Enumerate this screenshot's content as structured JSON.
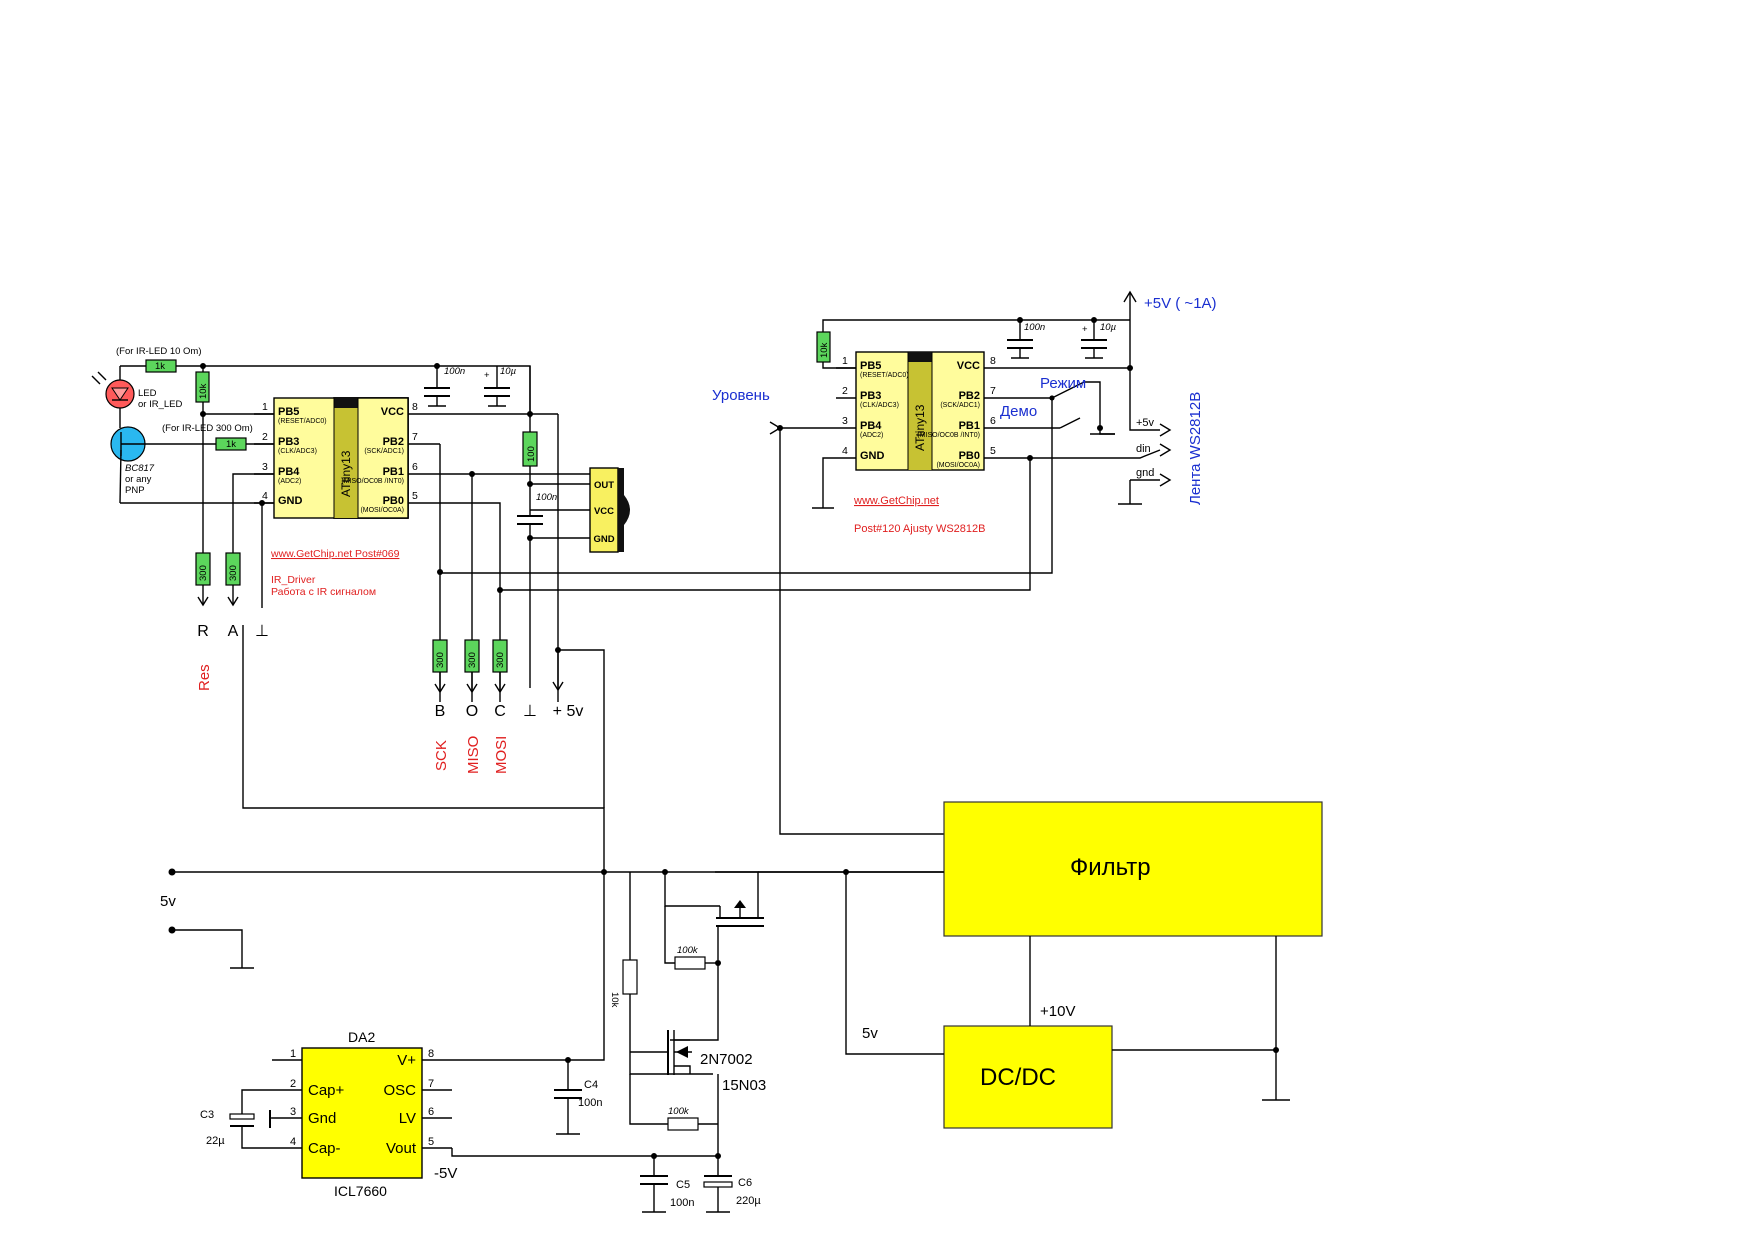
{
  "left_mcu": {
    "chip": "ATtiny13",
    "pins_left": [
      {
        "num": "1",
        "name": "PB5",
        "sub": "(RESET/ADC0)"
      },
      {
        "num": "2",
        "name": "PB3",
        "sub": "(CLK/ADC3)"
      },
      {
        "num": "3",
        "name": "PB4",
        "sub": "(ADC2)"
      },
      {
        "num": "4",
        "name": "GND",
        "sub": ""
      }
    ],
    "pins_right": [
      {
        "num": "8",
        "name": "VCC",
        "sub": ""
      },
      {
        "num": "7",
        "name": "PB2",
        "sub": "(SCK/ADC1)"
      },
      {
        "num": "6",
        "name": "PB1",
        "sub": "(MISO/OC0B /INT0)"
      },
      {
        "num": "5",
        "name": "PB0",
        "sub": "(MOSI/OC0A)"
      }
    ],
    "credit_link": "www.GetChip.net  Post#069",
    "desc1": "IR_Driver",
    "desc2": "Работа с IR сигналом",
    "note_10om": "(For IR-LED 10 Om)",
    "note_300om": "(For IR-LED 300 Om)",
    "r_1k_top": "1k",
    "r_1k_mid": "1k",
    "r_10k": "10k",
    "r_100": "100",
    "c_100n_top": "100n",
    "c_10u_top": "10µ",
    "c_100n_mid": "100n",
    "led_label1": "LED",
    "led_label2": "or IR_LED",
    "transistor1": "BC817",
    "transistor2": "or any",
    "transistor3": "PNP",
    "ir_pins": [
      "OUT",
      "VCC",
      "GND"
    ],
    "header_r": "300",
    "header": [
      {
        "label": "R",
        "sub": "Res"
      },
      {
        "label": "A",
        "sub": ""
      },
      {
        "label": "⊥",
        "sub": ""
      },
      {
        "label": "B",
        "sub": "SCK"
      },
      {
        "label": "O",
        "sub": "MISO"
      },
      {
        "label": "C",
        "sub": "MOSI"
      },
      {
        "label": "⊥",
        "sub": ""
      },
      {
        "label": "+ 5v",
        "sub": ""
      }
    ]
  },
  "right_mcu": {
    "chip": "ATtiny13",
    "pins_left": [
      {
        "num": "1",
        "name": "PB5",
        "sub": "(RESET/ADC0)"
      },
      {
        "num": "2",
        "name": "PB3",
        "sub": "(CLK/ADC3)"
      },
      {
        "num": "3",
        "name": "PB4",
        "sub": "(ADC2)"
      },
      {
        "num": "4",
        "name": "GND",
        "sub": ""
      }
    ],
    "pins_right": [
      {
        "num": "8",
        "name": "VCC",
        "sub": ""
      },
      {
        "num": "7",
        "name": "PB2",
        "sub": "(SCK/ADC1)"
      },
      {
        "num": "6",
        "name": "PB1",
        "sub": "(MISO/OC0B /INT0)"
      },
      {
        "num": "5",
        "name": "PB0",
        "sub": "(MOSI/OC0A)"
      }
    ],
    "credit_link": "www.GetChip.net",
    "credit_post": "Post#120   Ajusty WS2812B",
    "r_10k": "10k",
    "c_100n": "100n",
    "c_10u": "10µ",
    "power_label": "+5V ( ~1A)",
    "level_label": "Уровень",
    "mode_label": "Режим",
    "demo_label": "Демо",
    "strip_label": "Лента WS2812B",
    "strip_pins": [
      "+5v",
      "din",
      "gnd"
    ]
  },
  "power": {
    "input_label": "5v",
    "filter_label": "Фильтр",
    "dcdc_label": "DC/DC",
    "plus10v": "+10V",
    "dcdc_5v": "5v",
    "r_100k_top": "100k",
    "r_100k_bottom": "100k",
    "r_10k": "10k",
    "mosfet_n": "2N7002",
    "mosfet_p": "15N03",
    "ic_ref": "DA2",
    "ic_name": "ICL7660",
    "ic_pins_left": [
      {
        "num": "1",
        "name": ""
      },
      {
        "num": "2",
        "name": "Cap+"
      },
      {
        "num": "3",
        "name": "Gnd"
      },
      {
        "num": "4",
        "name": "Cap-"
      }
    ],
    "ic_pins_right": [
      {
        "num": "8",
        "name": "V+"
      },
      {
        "num": "7",
        "name": "OSC"
      },
      {
        "num": "6",
        "name": "LV"
      },
      {
        "num": "5",
        "name": "Vout"
      }
    ],
    "c3_ref": "C3",
    "c3_val": "22µ",
    "c4_ref": "C4",
    "c4_val": "100n",
    "c5_ref": "C5",
    "c5_val": "100n",
    "c6_ref": "C6",
    "c6_val": "220µ",
    "vneg": "-5V"
  }
}
